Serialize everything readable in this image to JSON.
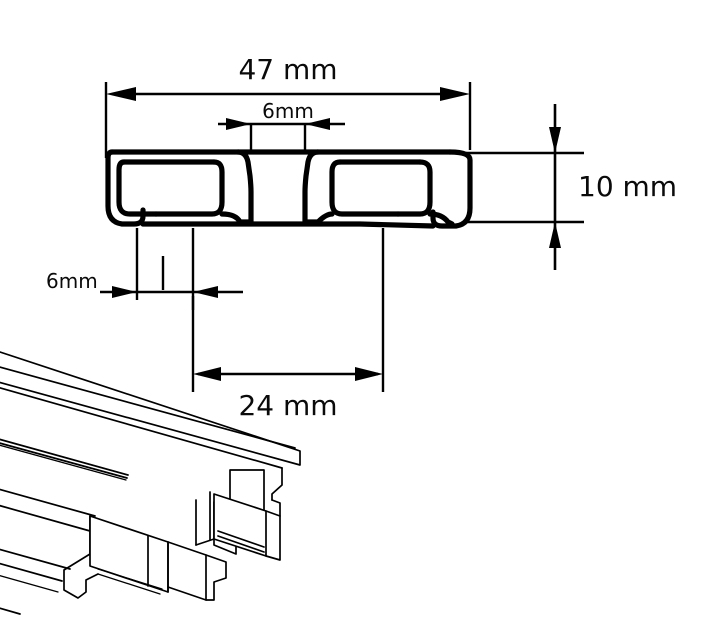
{
  "drawing": {
    "title": "aluminium-profile-cross-section-drawing",
    "background_color": "#ffffff",
    "line_color": "#000000",
    "views": [
      {
        "name": "cross-section-view",
        "label": "cross-section"
      },
      {
        "name": "isometric-view",
        "label": "3d-perspective"
      }
    ]
  },
  "dimensions": {
    "overall_width": {
      "value": "47 mm",
      "name": "dimension-47mm",
      "orientation": "horizontal",
      "position": "top"
    },
    "center_web": {
      "value": "6mm",
      "name": "dimension-6mm-top",
      "orientation": "horizontal",
      "position": "top-center"
    },
    "wall_thickness": {
      "value": "6mm",
      "name": "dimension-6mm-left",
      "orientation": "horizontal",
      "position": "left-lower"
    },
    "height": {
      "value": "10 mm",
      "name": "dimension-10mm",
      "orientation": "vertical",
      "position": "right"
    },
    "channel_width": {
      "value": "24 mm",
      "name": "dimension-24mm",
      "orientation": "horizontal",
      "position": "bottom"
    }
  }
}
